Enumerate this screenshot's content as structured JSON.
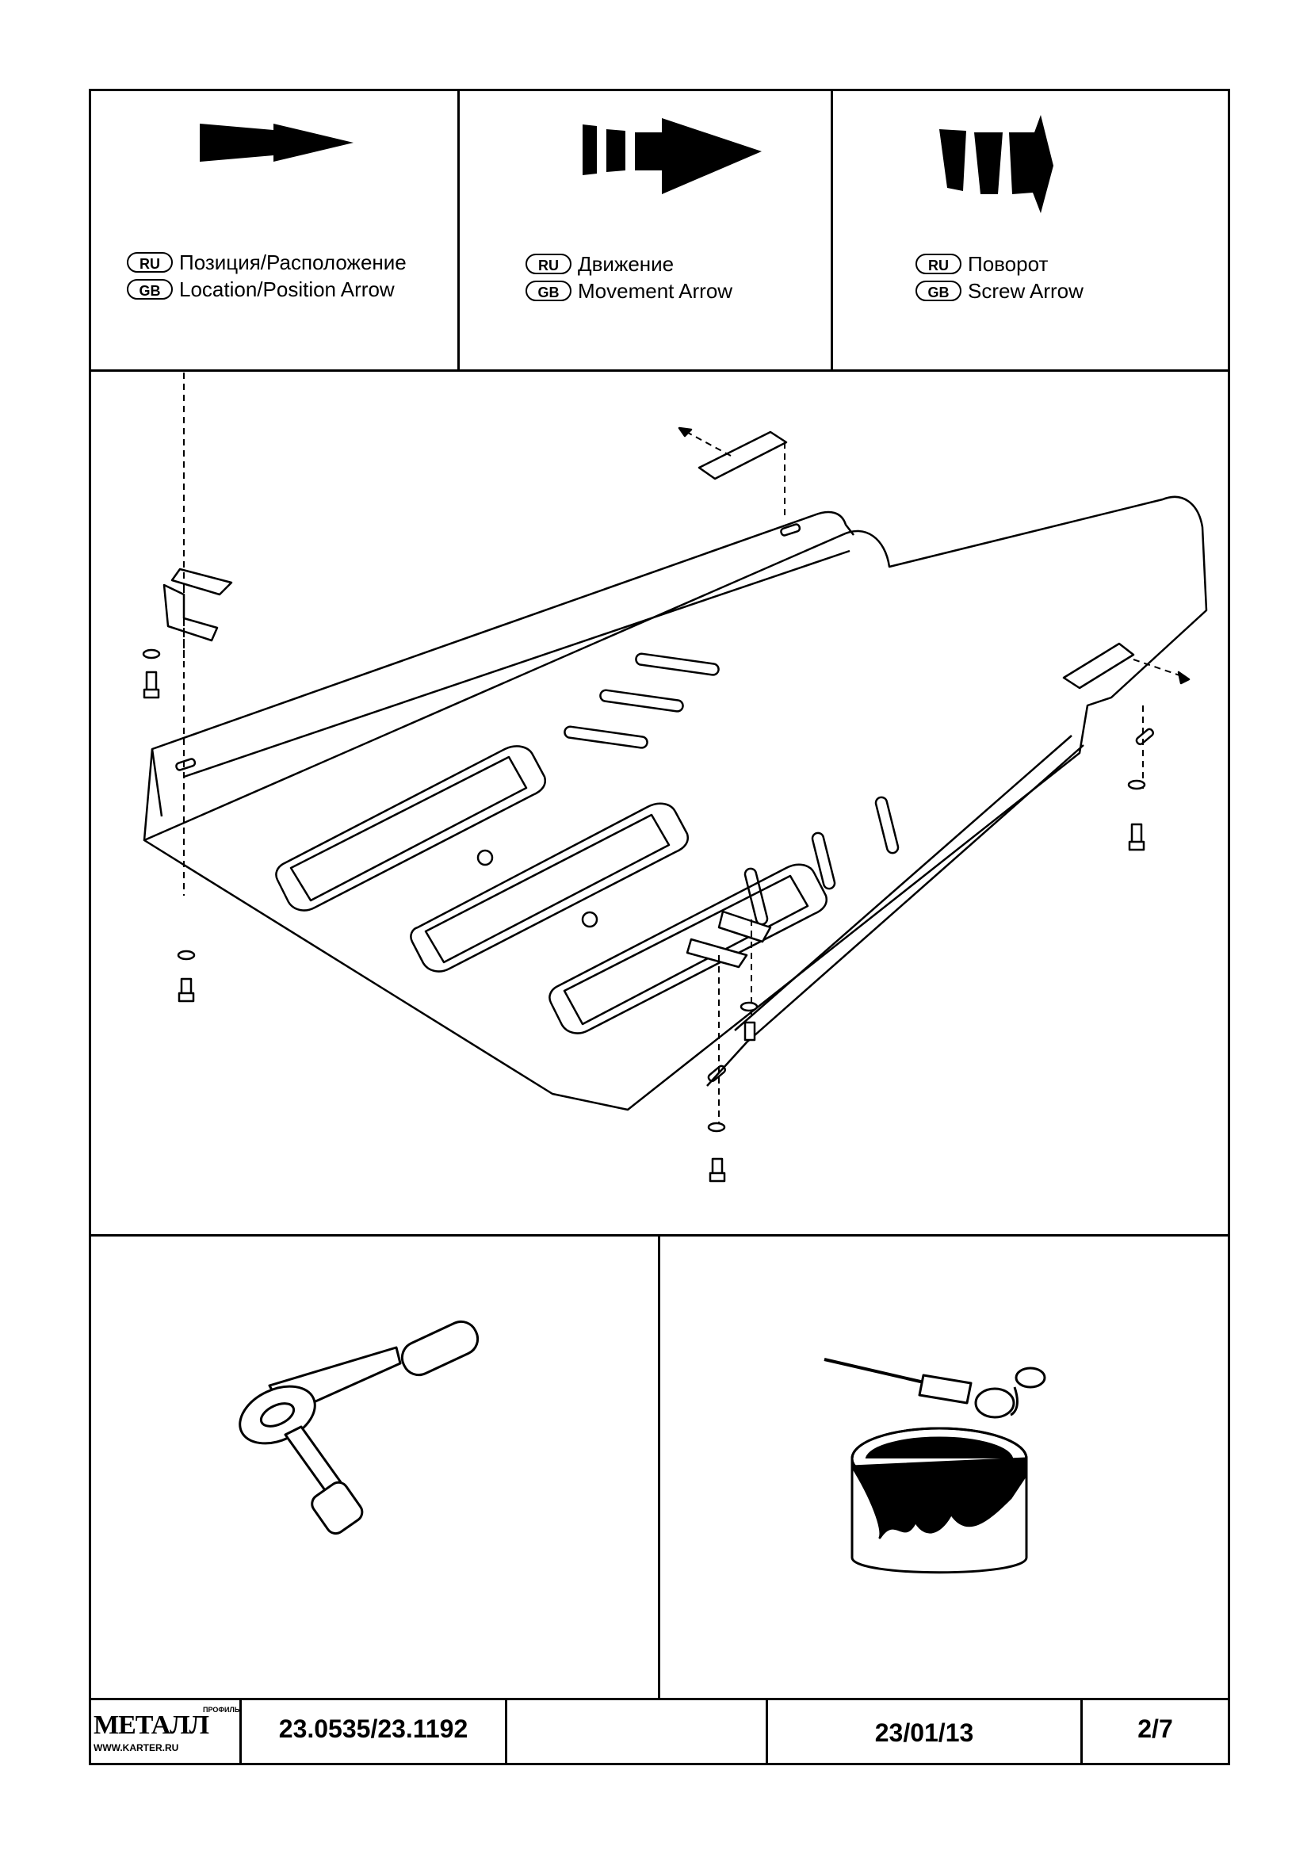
{
  "legend": [
    {
      "ru_badge": "RU",
      "gb_badge": "GB",
      "ru": "Позиция/Расположение",
      "gb": "Location/Position Arrow",
      "icon": "location-arrow-icon"
    },
    {
      "ru_badge": "RU",
      "gb_badge": "GB",
      "ru": "Движение",
      "gb": "Movement Arrow",
      "icon": "movement-arrow-icon"
    },
    {
      "ru_badge": "RU",
      "gb_badge": "GB",
      "ru": "Поворот",
      "gb": "Screw Arrow",
      "icon": "screw-arrow-icon"
    }
  ],
  "illustrations": {
    "main": "skid-plate-assembly-diagram",
    "tool": "ratchet-wrench-icon",
    "paint": "paint-can-brush-icon"
  },
  "footer": {
    "logo_text": "МЕТАЛЛ",
    "logo_sub": "ПРОФИЛЬ",
    "logo_url": "WWW.KARTER.RU",
    "part_number": "23.0535/23.1192",
    "blank": "",
    "date": "23/01/13",
    "page": "2/7"
  }
}
